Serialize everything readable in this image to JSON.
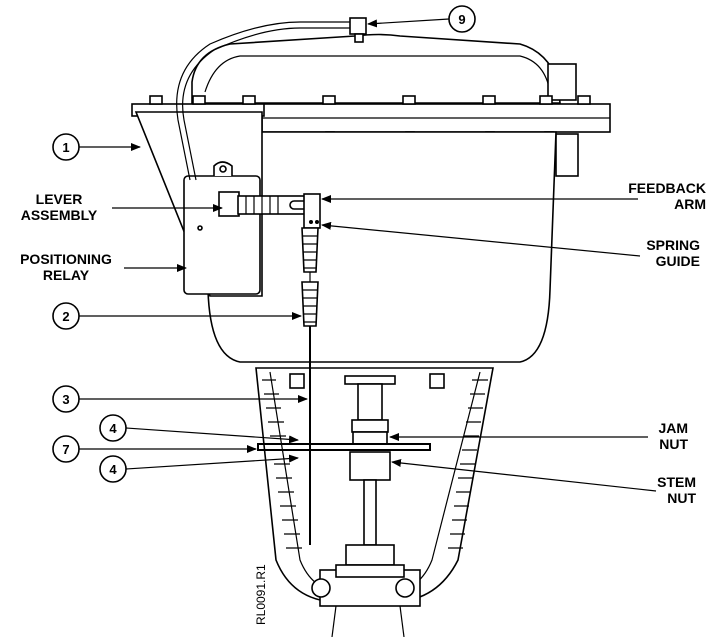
{
  "callouts": {
    "c1": "1",
    "c2": "2",
    "c3": "3",
    "c4a": "4",
    "c4b": "4",
    "c7": "7",
    "c9": "9"
  },
  "labels": {
    "lever_1": "LEVER",
    "lever_2": "ASSEMBLY",
    "positioning_1": "POSITIONING",
    "positioning_2": "RELAY",
    "feedback_1": "FEEDBACK",
    "feedback_2": "ARM",
    "spring_1": "SPRING",
    "spring_2": "GUIDE",
    "jam_1": "JAM",
    "jam_2": "NUT",
    "stem_1": "STEM",
    "stem_2": "NUT"
  },
  "drawing_code": "RL0091.R1"
}
